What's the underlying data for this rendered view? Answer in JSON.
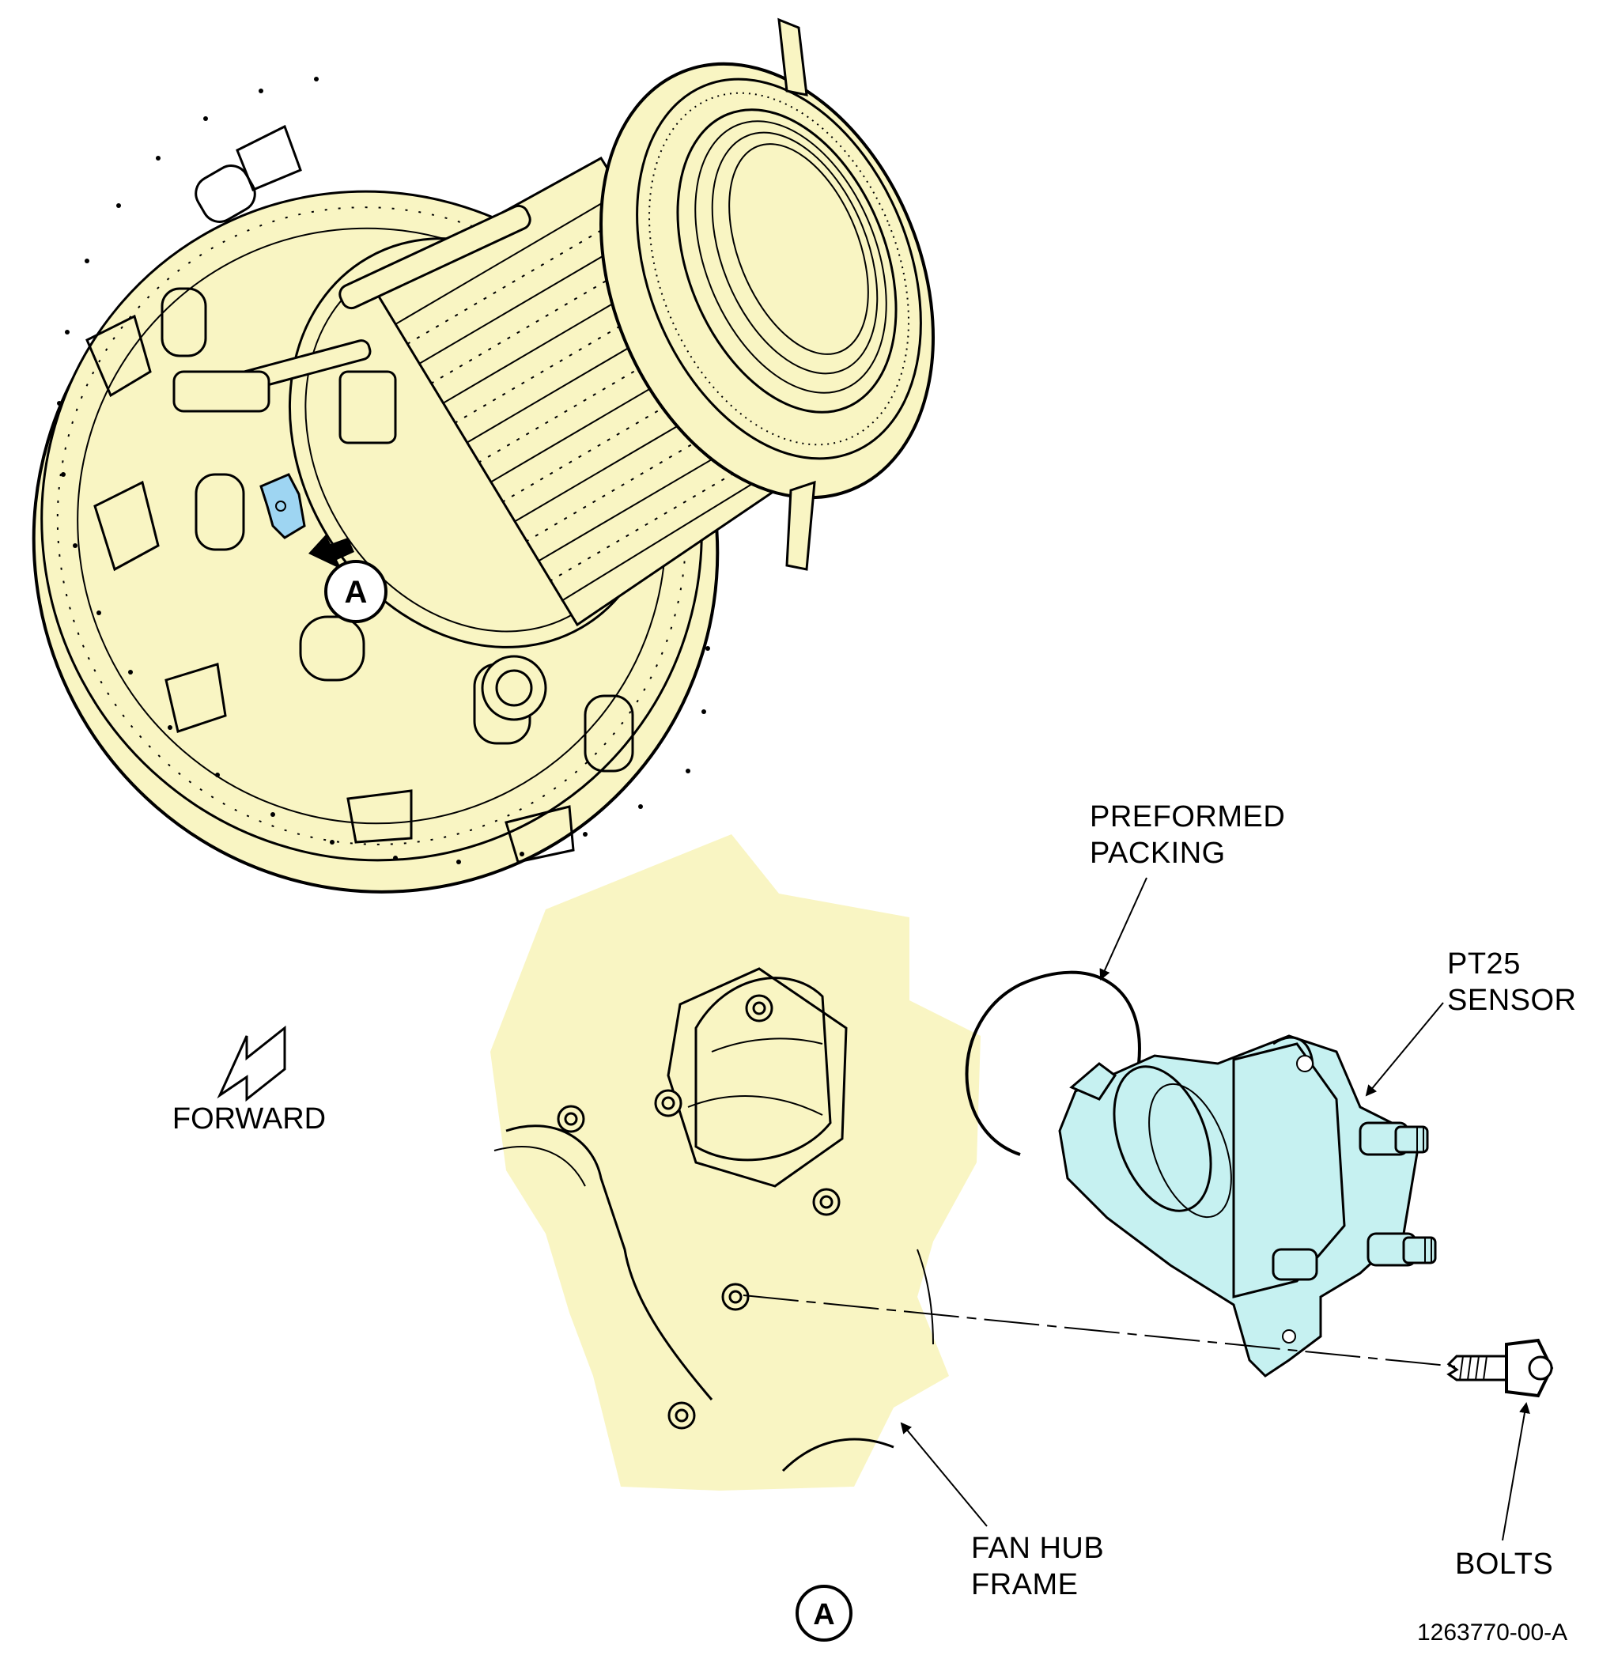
{
  "labels": {
    "preformed_packing": [
      "PREFORMED",
      "PACKING"
    ],
    "pt25_sensor": [
      "PT25",
      "SENSOR"
    ],
    "fan_hub_frame": [
      "FAN HUB",
      "FRAME"
    ],
    "bolts": "BOLTS",
    "forward": "FORWARD",
    "view_marker": "A",
    "detail_marker": "A",
    "drawing_number": "1263770-00-A"
  },
  "colors": {
    "engine_fill": "#f9f5c3",
    "sensor_fill": "#c6f1f1",
    "highlight_fill": "#9ed5f2",
    "line": "#000000"
  },
  "icons": {
    "forward_arrow": "forward-arrow-icon",
    "view_arrow": "view-arrow-icon"
  }
}
